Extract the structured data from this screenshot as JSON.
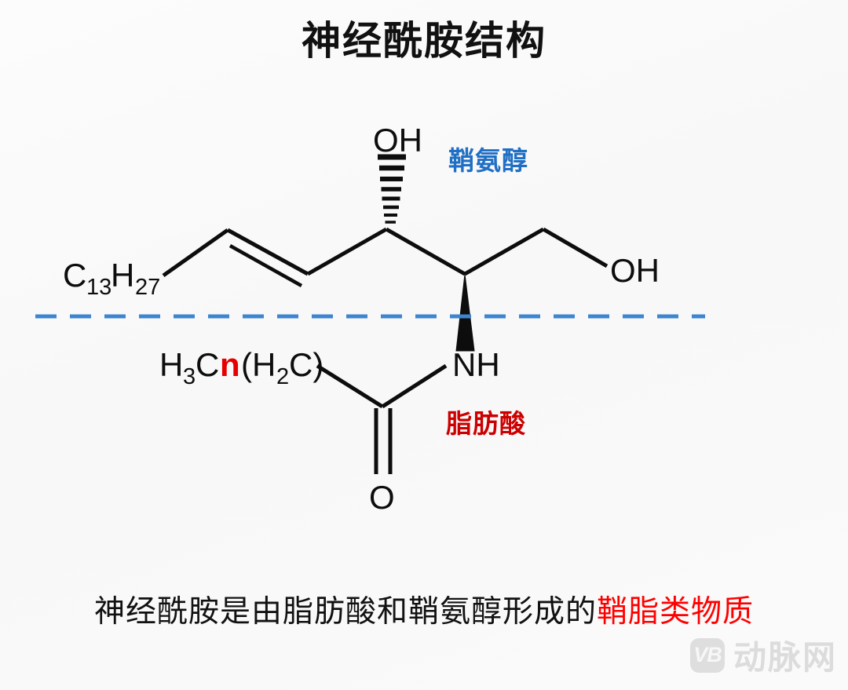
{
  "title": "神经酰胺结构",
  "labels": {
    "sphingosine": "鞘氨醇",
    "fatty_acid": "脂肪酸"
  },
  "colors": {
    "sphingosine_blue": "#1f6fc4",
    "fatty_acid_red": "#cc0000",
    "divider_blue": "#3d85d0",
    "bond_black": "#0d0d0d",
    "caption_highlight_red": "#ff0000",
    "watermark_gray": "#dcdcdc",
    "background": "#fafafa"
  },
  "structure": {
    "alkyl_chain_label": "C",
    "alkyl_chain_sub1": "13",
    "alkyl_chain_label2": "H",
    "alkyl_chain_sub2": "27",
    "hydroxyl_top": "OH",
    "hydroxyl_right": "OH",
    "amide_nh": "NH",
    "carbonyl_o": "O",
    "acyl_h": "H",
    "acyl_sub3": "3",
    "acyl_c": "C",
    "acyl_n": "n",
    "acyl_paren_open": "(H",
    "acyl_sub2": "2",
    "acyl_c2": "C)",
    "divider_note": "dashed-divider"
  },
  "caption": {
    "text_black": "神经酰胺是由脂肪酸和鞘氨醇形成的",
    "text_red": "鞘脂类物质"
  },
  "watermark": {
    "badge": "VB",
    "text": "动脉网"
  }
}
